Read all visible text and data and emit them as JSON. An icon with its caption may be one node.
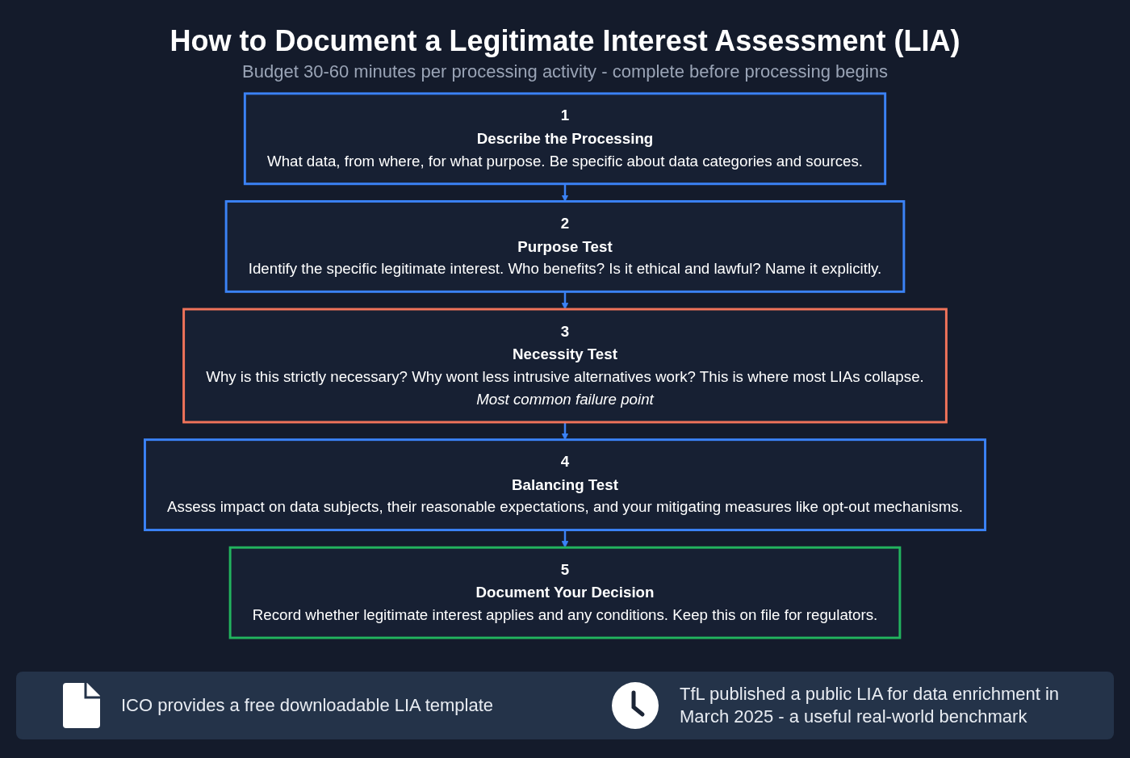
{
  "diagram": {
    "title": "How to Document a Legitimate Interest Assessment (LIA)",
    "nodes": [
      {
        "text": [
          "1",
          "Describe the Processing",
          "What data, from where, for what purpose. Be specific about data categories and sources."
        ]
      },
      {
        "text": [
          "2",
          "Purpose Test",
          "Identify the specific legitimate interest. Who benefits? Is it ethical and lawful? Name it explicitly."
        ]
      },
      {
        "text": [
          "3",
          "Necessity Test",
          "Why is this strictly necessary? Why wont less intrusive alternatives work? This is where most LIAs collapse.",
          "Most common failure point"
        ]
      },
      {
        "text": [
          "4",
          "Balancing Test",
          "Assess impact on data subjects, their reasonable expectations, and your mitigating measures like opt-out mechanisms."
        ]
      },
      {
        "text": [
          "5",
          "Document Your Decision",
          "Record whether legitimate interest applies and any conditions. Keep this on file for regulators."
        ]
      }
    ],
    "edges": [
      {
        "from": 0,
        "to": 1,
        "arrow": "to"
      },
      {
        "from": 1,
        "to": 2,
        "arrow": "to"
      },
      {
        "from": 2,
        "to": 3,
        "arrow": "to"
      },
      {
        "from": 3,
        "to": 4,
        "arrow": "to"
      }
    ],
    "labels": [
      "Budget 30-60 minutes per processing activity - complete before processing begins",
      "ICO provides a free downloadable LIA template",
      "TfL published a public LIA for data enrichment in March 2025 - a useful real-world benchmark"
    ]
  }
}
